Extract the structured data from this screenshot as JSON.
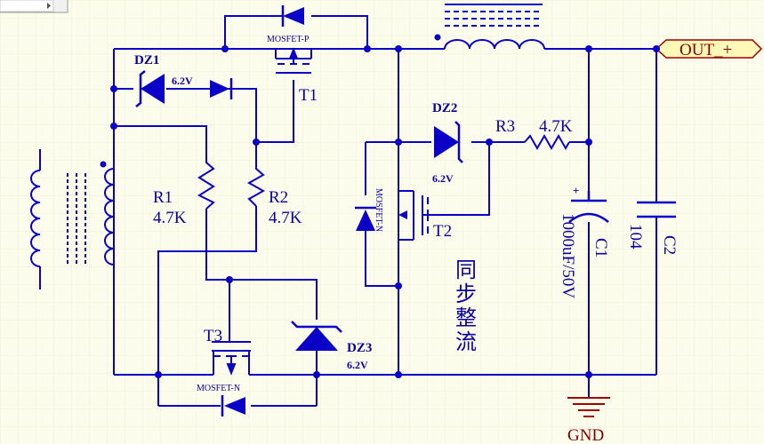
{
  "colors": {
    "background": "#fcfcec",
    "wire": "#0a00c8",
    "component": "#0a00c8",
    "label": "#0a00a0",
    "port_fill": "#fff9b8",
    "port_stroke": "#a00000",
    "ground": "#a00000"
  },
  "components": {
    "dz1": {
      "ref": "DZ1",
      "value": "6.2V"
    },
    "dz2": {
      "ref": "DZ2",
      "value": "6.2V"
    },
    "dz3": {
      "ref": "DZ3",
      "value": "6.2V"
    },
    "t1": {
      "ref": "T1",
      "type": "MOSFET-P"
    },
    "t2": {
      "ref": "T2",
      "type": "MOSFET-N"
    },
    "t3": {
      "ref": "T3",
      "type": "MOSFET-N"
    },
    "r1": {
      "ref": "R1",
      "value": "4.7K"
    },
    "r2": {
      "ref": "R2",
      "value": "4.7K"
    },
    "r3": {
      "ref": "R3",
      "value": "4.7K"
    },
    "c1": {
      "ref": "C1",
      "value": "1000uF/50V",
      "polarity": "+"
    },
    "c2": {
      "ref": "C2",
      "value": "104"
    }
  },
  "ports": {
    "out": "OUT_+",
    "gnd": "GND"
  },
  "annotation": "同步整流"
}
